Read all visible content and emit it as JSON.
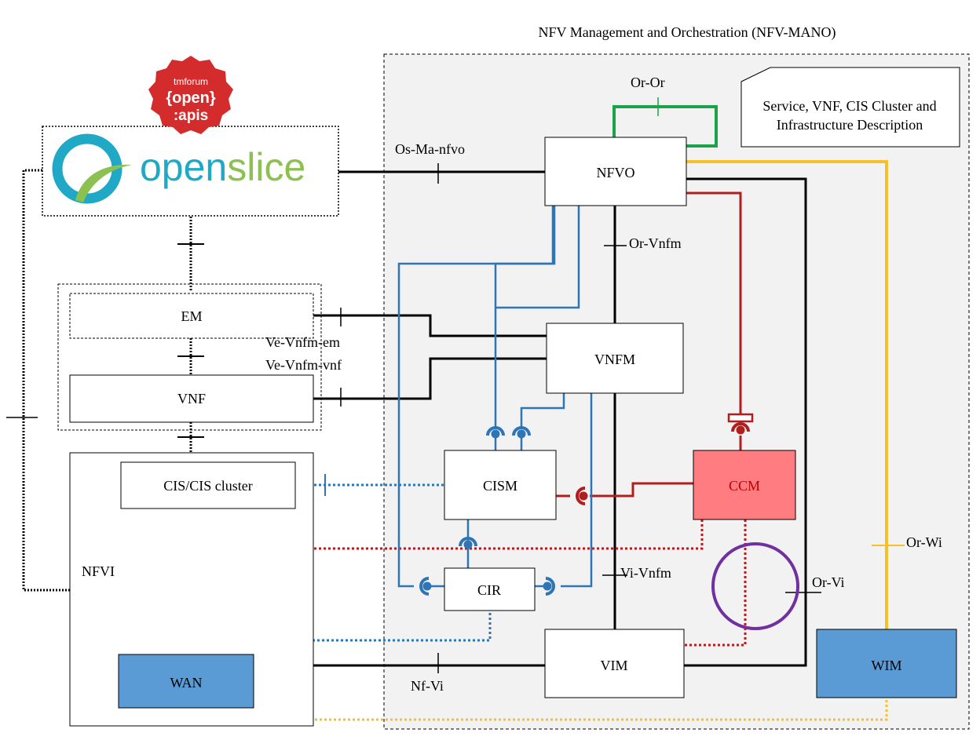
{
  "title": "NFV Management and Orchestration (NFV-MANO)",
  "nodes": {
    "nfvo": "NFVO",
    "vnfm": "VNFM",
    "vim": "VIM",
    "cism": "CISM",
    "cir": "CIR",
    "ccm": "CCM",
    "wim": "WIM",
    "em": "EM",
    "vnf": "VNF",
    "cis_cluster": "CIS/CIS  cluster",
    "nfvi": "NFVI",
    "wan": "WAN"
  },
  "description_note": {
    "line1": "Service, VNF, CIS Cluster and",
    "line2": "Infrastructure Description"
  },
  "interfaces": {
    "or_or": "Or-Or",
    "os_ma_nfvo": "Os-Ma-nfvo",
    "or_vnfm": "Or-Vnfm",
    "ve_vnfm_em": "Ve-Vnfm-em",
    "ve_vnfm_vnf": "Ve-Vnfm-vnf",
    "vi_vnfm": "Vi-Vnfm",
    "nf_vi": "Nf-Vi",
    "or_wi": "Or-Wi",
    "or_vi": "Or-Vi"
  },
  "logos": {
    "openslice": {
      "part1": "open",
      "part2": "slice"
    },
    "tmforum": {
      "line1": "tmforum",
      "line2": "{open}",
      "line3": ":apis"
    }
  },
  "colors": {
    "black": "#000000",
    "blue": "#2e75b6",
    "red": "#b01e1e",
    "green": "#1aa34a",
    "yellow": "#f5c02a",
    "purple": "#7030a0",
    "ccm_fill": "#ff7c80",
    "wim_fill": "#5b9bd5",
    "mano_bg": "#f2f2f2",
    "openslice_teal": "#1fa9c6",
    "openslice_green": "#8cc152",
    "tmforum_red": "#d42c2c"
  }
}
